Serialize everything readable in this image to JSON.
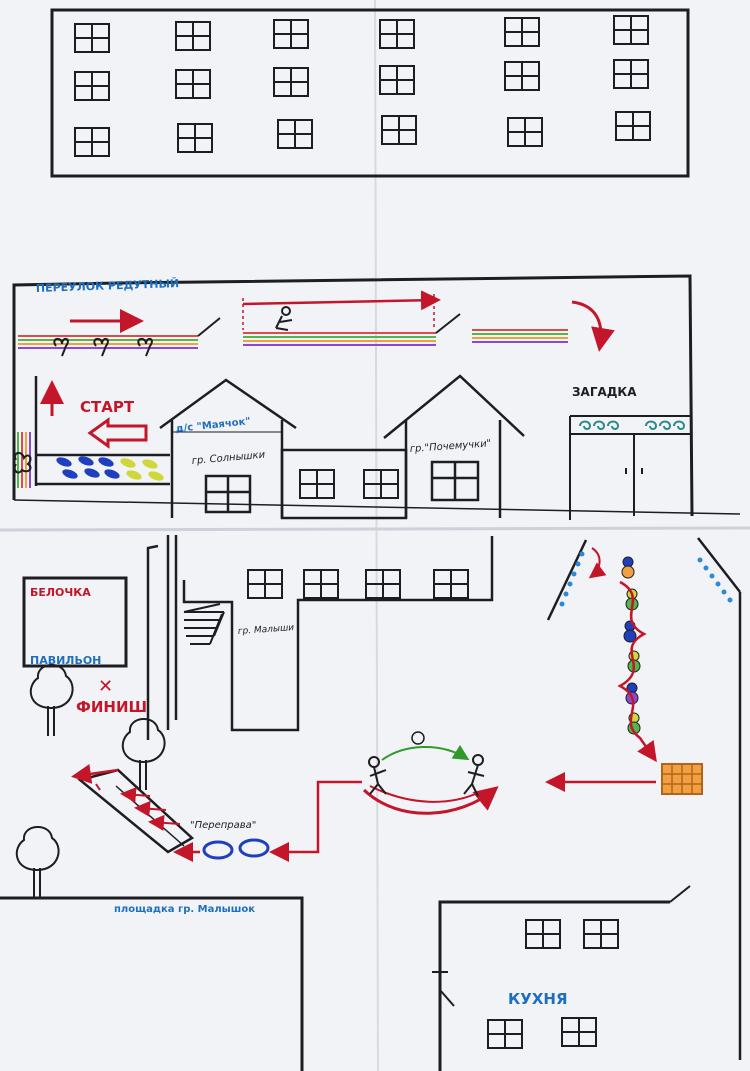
{
  "labels": {
    "pereulok": "ПЕРЕУЛОК РЕДУТНЫЙ",
    "start": "СТАРТ",
    "zagadka": "ЗАГАДКА",
    "ds": "д/с \"Маячок\"",
    "gr_solnyshki": "гр. Солнышки",
    "gr_pochemuchki": "гр.\"Почемучки\"",
    "gr_malyshi": "гр. Малыши",
    "belochka": "БЕЛОЧКА",
    "pavilion": "ПАВИЛЬОН",
    "finish": "ФИНИШ",
    "pereprava": "\"Переправа\"",
    "ploshchadka": "площадка гр. Малышок",
    "kukhnya": "КУХНЯ"
  },
  "colors": {
    "paper": "#f1f3f6",
    "ink": "#1e1e22",
    "red": "#c4162a",
    "blue": "#1f6fc0",
    "green": "#2f9a2a",
    "orange": "#e88a1a",
    "yellow": "#cfd83a",
    "stripe_red": "#e14a4a",
    "stripe_green": "#52b64a",
    "stripe_orange": "#f0a040",
    "stripe_purple": "#8a4ad0"
  }
}
